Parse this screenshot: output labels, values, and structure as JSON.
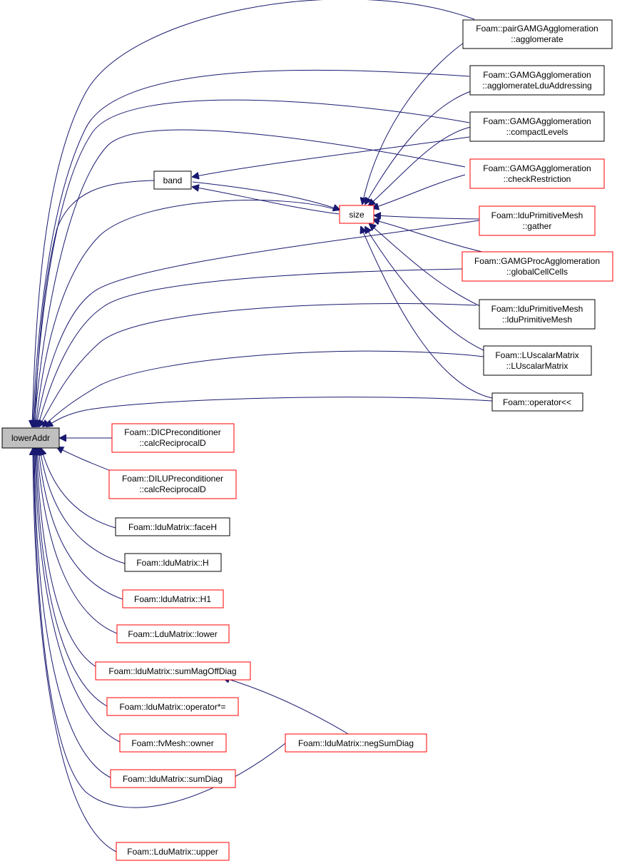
{
  "colors": {
    "edge": "#191970",
    "red_border": "#ff0000",
    "black_border": "#000000",
    "current_fill": "#bfbfbf"
  },
  "nodes": {
    "lowerAddr": {
      "lines": [
        "lowerAddr"
      ],
      "style": "current"
    },
    "band": {
      "lines": [
        "band"
      ],
      "style": "black"
    },
    "size": {
      "lines": [
        "size"
      ],
      "style": "red"
    },
    "pairAgg": {
      "lines": [
        "Foam::pairGAMGAgglomeration",
        "::agglomerate"
      ],
      "style": "black"
    },
    "aggLdu": {
      "lines": [
        "Foam::GAMGAgglomeration",
        "::agglomerateLduAddressing"
      ],
      "style": "black"
    },
    "compact": {
      "lines": [
        "Foam::GAMGAgglomeration",
        "::compactLevels"
      ],
      "style": "black"
    },
    "checkRes": {
      "lines": [
        "Foam::GAMGAgglomeration",
        "::checkRestriction"
      ],
      "style": "red"
    },
    "gather": {
      "lines": [
        "Foam::lduPrimitiveMesh",
        "::gather"
      ],
      "style": "red"
    },
    "globalCell": {
      "lines": [
        "Foam::GAMGProcAgglomeration",
        "::globalCellCells"
      ],
      "style": "red"
    },
    "lduPrim": {
      "lines": [
        "Foam::lduPrimitiveMesh",
        "::lduPrimitiveMesh"
      ],
      "style": "black"
    },
    "luScalar": {
      "lines": [
        "Foam::LUscalarMatrix",
        "::LUscalarMatrix"
      ],
      "style": "black"
    },
    "opLL": {
      "lines": [
        "Foam::operator<<"
      ],
      "style": "black"
    },
    "dic": {
      "lines": [
        "Foam::DICPreconditioner",
        "::calcReciprocalD"
      ],
      "style": "red"
    },
    "dilu": {
      "lines": [
        "Foam::DILUPreconditioner",
        "::calcReciprocalD"
      ],
      "style": "red"
    },
    "faceH": {
      "lines": [
        "Foam::lduMatrix::faceH"
      ],
      "style": "black"
    },
    "H": {
      "lines": [
        "Foam::lduMatrix::H"
      ],
      "style": "black"
    },
    "H1": {
      "lines": [
        "Foam::lduMatrix::H1"
      ],
      "style": "red"
    },
    "lower": {
      "lines": [
        "Foam::LduMatrix::lower"
      ],
      "style": "red"
    },
    "sumMag": {
      "lines": [
        "Foam::lduMatrix::sumMagOffDiag"
      ],
      "style": "red"
    },
    "opMul": {
      "lines": [
        "Foam::lduMatrix::operator*="
      ],
      "style": "red"
    },
    "owner": {
      "lines": [
        "Foam::fvMesh::owner"
      ],
      "style": "red"
    },
    "sumDiag": {
      "lines": [
        "Foam::lduMatrix::sumDiag"
      ],
      "style": "red"
    },
    "upper": {
      "lines": [
        "Foam::LduMatrix::upper"
      ],
      "style": "red"
    },
    "negSum": {
      "lines": [
        "Foam::lduMatrix::negSumDiag"
      ],
      "style": "red"
    }
  },
  "edges": [
    {
      "from": "band",
      "to": "lowerAddr"
    },
    {
      "from": "size",
      "to": "lowerAddr"
    },
    {
      "from": "pairAgg",
      "to": "lowerAddr"
    },
    {
      "from": "aggLdu",
      "to": "lowerAddr"
    },
    {
      "from": "compact",
      "to": "lowerAddr"
    },
    {
      "from": "checkRes",
      "to": "lowerAddr"
    },
    {
      "from": "gather",
      "to": "lowerAddr"
    },
    {
      "from": "globalCell",
      "to": "lowerAddr"
    },
    {
      "from": "lduPrim",
      "to": "lowerAddr"
    },
    {
      "from": "luScalar",
      "to": "lowerAddr"
    },
    {
      "from": "opLL",
      "to": "lowerAddr"
    },
    {
      "from": "dic",
      "to": "lowerAddr"
    },
    {
      "from": "dilu",
      "to": "lowerAddr"
    },
    {
      "from": "faceH",
      "to": "lowerAddr"
    },
    {
      "from": "H",
      "to": "lowerAddr"
    },
    {
      "from": "H1",
      "to": "lowerAddr"
    },
    {
      "from": "lower",
      "to": "lowerAddr"
    },
    {
      "from": "sumMag",
      "to": "lowerAddr"
    },
    {
      "from": "opMul",
      "to": "lowerAddr"
    },
    {
      "from": "owner",
      "to": "lowerAddr"
    },
    {
      "from": "sumDiag",
      "to": "lowerAddr"
    },
    {
      "from": "upper",
      "to": "lowerAddr"
    },
    {
      "from": "negSum",
      "to": "lowerAddr"
    },
    {
      "from": "size",
      "to": "band"
    },
    {
      "from": "compact",
      "to": "band"
    },
    {
      "from": "band",
      "to": "size"
    },
    {
      "from": "pairAgg",
      "to": "size"
    },
    {
      "from": "aggLdu",
      "to": "size"
    },
    {
      "from": "compact",
      "to": "size"
    },
    {
      "from": "checkRes",
      "to": "size"
    },
    {
      "from": "gather",
      "to": "size"
    },
    {
      "from": "globalCell",
      "to": "size"
    },
    {
      "from": "lduPrim",
      "to": "size"
    },
    {
      "from": "luScalar",
      "to": "size"
    },
    {
      "from": "opLL",
      "to": "size"
    },
    {
      "from": "negSum",
      "to": "sumMag"
    }
  ]
}
